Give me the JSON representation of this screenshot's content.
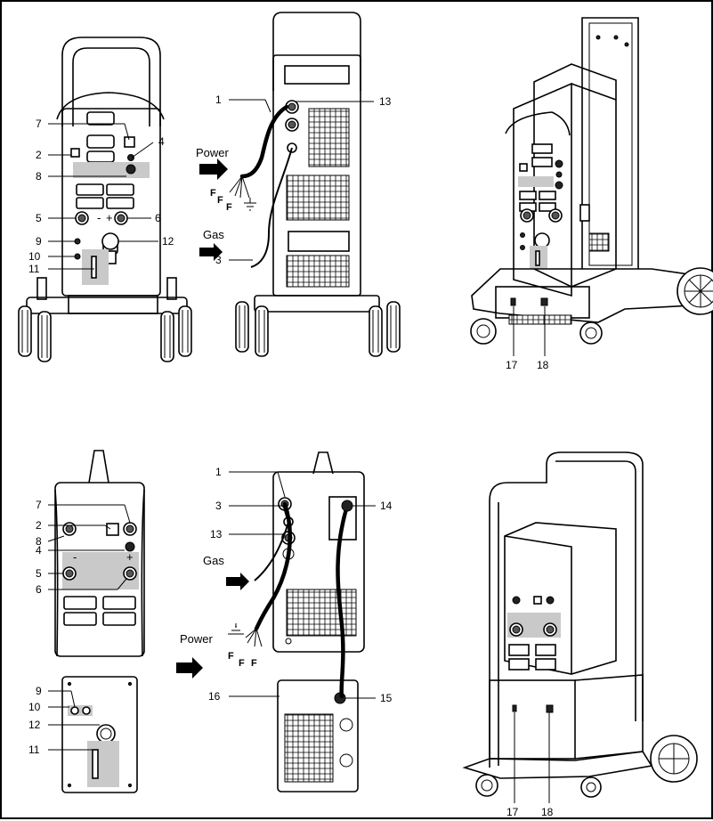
{
  "callouts": {
    "top_front": [
      "7",
      "4",
      "2",
      "8",
      "5",
      "6",
      "9",
      "12",
      "10",
      "11"
    ],
    "top_rear": [
      "1",
      "13",
      "3"
    ],
    "top_persp": [
      "17",
      "18"
    ],
    "bot_front": [
      "7",
      "2",
      "8",
      "4",
      "5",
      "6",
      "9",
      "10",
      "12",
      "11"
    ],
    "bot_rear": [
      "1",
      "3",
      "13",
      "14",
      "16",
      "15"
    ],
    "bot_persp": [
      "17",
      "18"
    ]
  },
  "words": {
    "power": "Power",
    "gas": "Gas",
    "phase": "F"
  },
  "signs": {
    "minus": "-",
    "plus": "+"
  }
}
